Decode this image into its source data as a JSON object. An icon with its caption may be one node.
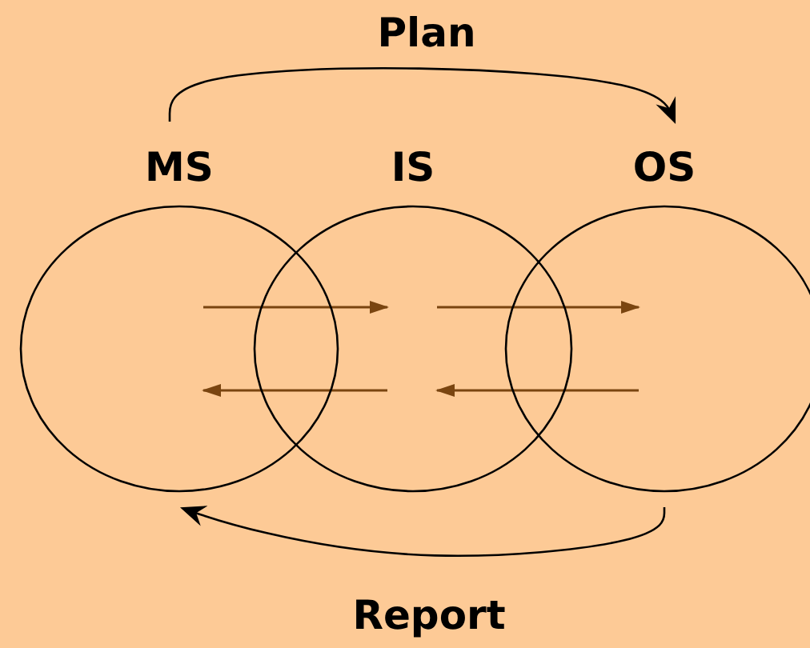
{
  "diagram": {
    "nodes": [
      {
        "text": [
          "MS"
        ]
      },
      {
        "text": [
          "IS"
        ]
      },
      {
        "text": [
          "OS"
        ]
      }
    ],
    "edges": [
      {
        "from": 0,
        "to": 2,
        "arrow": "to",
        "label": "Plan",
        "color": "#000000"
      },
      {
        "from": 0,
        "to": 1,
        "arrow": "to"
      },
      {
        "from": 1,
        "to": 2,
        "arrow": "to"
      },
      {
        "from": 1,
        "to": 0,
        "arrow": "to"
      },
      {
        "from": 2,
        "to": 1,
        "arrow": "to"
      },
      {
        "from": 2,
        "to": 0,
        "arrow": "to",
        "label": "Report",
        "color": "#000000"
      }
    ]
  }
}
